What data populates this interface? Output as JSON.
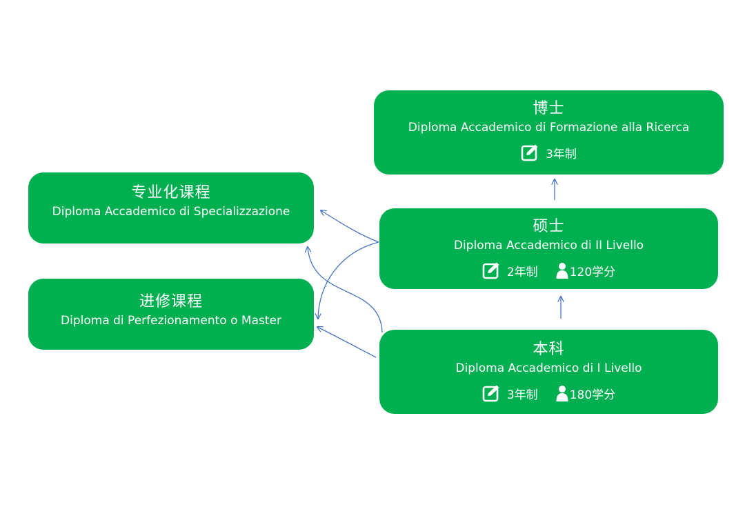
{
  "colors": {
    "box": "#00b050",
    "text": "#ffffff",
    "arrow": "#4472c4"
  },
  "doctorate": {
    "title": "博士",
    "subtitle": "Diploma Accademico di Formazione alla Ricerca",
    "duration": "3年制",
    "duration_icon": "edit-icon"
  },
  "master": {
    "title": "硕士",
    "subtitle": "Diploma Accademico di II Livello",
    "duration": "2年制",
    "credits": "120学分",
    "duration_icon": "edit-icon",
    "credits_icon": "person-icon"
  },
  "bachelor": {
    "title": "本科",
    "subtitle": "Diploma Accademico di I Livello",
    "duration": "3年制",
    "credits": "180学分",
    "duration_icon": "edit-icon",
    "credits_icon": "person-icon"
  },
  "specialization": {
    "title": "专业化课程",
    "subtitle": "Diploma Accademico di Specializzazione"
  },
  "perfezionamento": {
    "title": "进修课程",
    "subtitle": "Diploma di Perfezionamento o Master"
  }
}
